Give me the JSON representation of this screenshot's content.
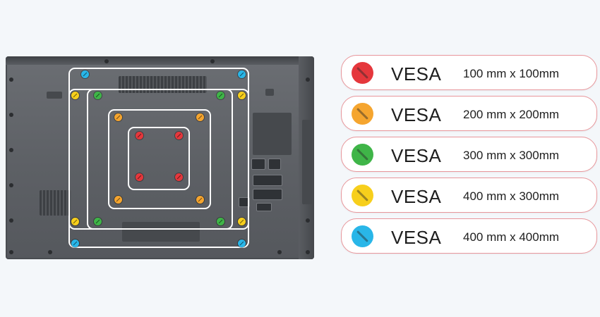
{
  "colors": {
    "red": "#e5373c",
    "orange": "#f5a52f",
    "green": "#3fb548",
    "yellow": "#f7cf1c",
    "blue": "#29b6e8"
  },
  "legend": {
    "items": [
      {
        "label": "VESA",
        "size": "100 mm x 100mm",
        "color": "red"
      },
      {
        "label": "VESA",
        "size": "200 mm x 200mm",
        "color": "orange"
      },
      {
        "label": "VESA",
        "size": "300 mm x 300mm",
        "color": "green"
      },
      {
        "label": "VESA",
        "size": "400 mm x 300mm",
        "color": "yellow"
      },
      {
        "label": "VESA",
        "size": "400 mm x 400mm",
        "color": "blue"
      }
    ]
  }
}
